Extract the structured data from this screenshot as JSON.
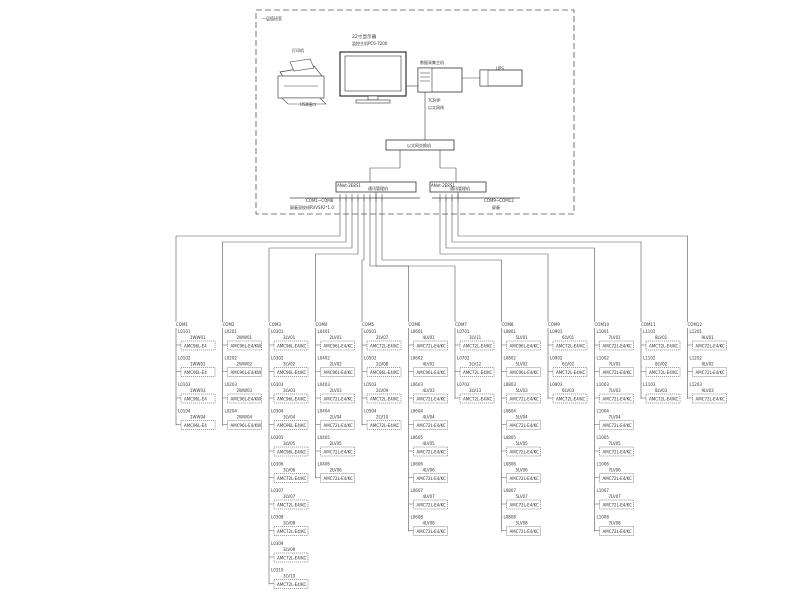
{
  "control_room": {
    "label": "一层值班室",
    "computer_label": "22寸显示器",
    "computer_sublabel": "监控主机PC6-7200",
    "printer_label": "打印机",
    "usb_label": "USB接口",
    "server_label": "数据采集主机",
    "ups_label": "UPS",
    "tcp_label": "TCP/IP",
    "ethernet_label": "以太网线"
  },
  "switch_label": "以太网交换机",
  "collector_left": {
    "label": "通讯管理机",
    "tag": "ANet-2E8S1"
  },
  "collector_right": {
    "label": "通讯管理机",
    "tag": "ANet-2E8S1"
  },
  "bus_left_label": "COM1~COM8",
  "bus_left_cable": "屏蔽双绞线RVVSP2*1.0",
  "bus_right_label": "COM9~COM12",
  "bus_right_cable": "屏蔽",
  "columns": [
    {
      "com": "COM1",
      "items": [
        {
          "code": "L0101",
          "tag": "1WW01",
          "model": "AMC96L-E4"
        },
        {
          "code": "L0102",
          "tag": "1WW02",
          "model": "AMC96L-E4"
        },
        {
          "code": "L0103",
          "tag": "1WW03",
          "model": "AMC96L-E4"
        },
        {
          "code": "L0104",
          "tag": "1WW04",
          "model": "AMC96L-E4"
        }
      ]
    },
    {
      "com": "COM2",
      "items": [
        {
          "code": "L0201",
          "tag": "2WW01",
          "model": "AMC96L-E4/KW"
        },
        {
          "code": "L0202",
          "tag": "2WW02",
          "model": "AMC96L-E4/KW"
        },
        {
          "code": "L0203",
          "tag": "2WW03",
          "model": "AMC96L-E4/KW"
        },
        {
          "code": "L0204",
          "tag": "2WW04",
          "model": "AMC96L-E4/KW"
        }
      ]
    },
    {
      "com": "COM3",
      "items": [
        {
          "code": "L0301",
          "tag": "3LV01",
          "model": "AMC96L-E4/KC"
        },
        {
          "code": "L0302",
          "tag": "3LV02",
          "model": "AMC96L-E4/KC"
        },
        {
          "code": "L0303",
          "tag": "3LV03",
          "model": "AMC96L-E4/KC"
        },
        {
          "code": "L0304",
          "tag": "3LV04",
          "model": "AMC96L-E4/KC"
        },
        {
          "code": "L0305",
          "tag": "3LV05",
          "model": "AMC96L-E4/KC"
        },
        {
          "code": "L0306",
          "tag": "3LV06",
          "model": "AMC72L-E4/KC"
        },
        {
          "code": "L0307",
          "tag": "3LV07",
          "model": "AMC72L-E4/KC"
        },
        {
          "code": "L0308",
          "tag": "3LV08",
          "model": "AMC72L-E4/KC"
        },
        {
          "code": "L0309",
          "tag": "3LV09",
          "model": "AMC72L-E4/KC"
        },
        {
          "code": "L0310",
          "tag": "3LV10",
          "model": "AMC72L-E4/KC"
        }
      ]
    },
    {
      "com": "COM4",
      "items": [
        {
          "code": "L0401",
          "tag": "2LV01",
          "model": "AMC96L-E4/KC"
        },
        {
          "code": "L0402",
          "tag": "2LV02",
          "model": "AMC96L-E4/KC"
        },
        {
          "code": "L0403",
          "tag": "2LV03",
          "model": "AMC72L-E4/KC"
        },
        {
          "code": "L0404",
          "tag": "2LV04",
          "model": "AMC72L-E4/KC"
        },
        {
          "code": "L0405",
          "tag": "2LV05",
          "model": "AMC72L-E4/KC"
        },
        {
          "code": "L0406",
          "tag": "2LV06",
          "model": "AMC72L-E4/KC"
        }
      ]
    },
    {
      "com": "COM5",
      "items": [
        {
          "code": "L0501",
          "tag": "2LV07",
          "model": "AMC72L-E4/KC"
        },
        {
          "code": "L0502",
          "tag": "2LV08",
          "model": "AMC96L-E4/KC"
        },
        {
          "code": "L0503",
          "tag": "2LV09",
          "model": "AMC72L-E4/KC"
        },
        {
          "code": "L0504",
          "tag": "2LV10",
          "model": "AMC72L-E4/KC"
        }
      ]
    },
    {
      "com": "COM6",
      "items": [
        {
          "code": "L0601",
          "tag": "4LV01",
          "model": "AMC72L-E4/KC"
        },
        {
          "code": "L0602",
          "tag": "4LV02",
          "model": "AMC96L-E4/KC"
        },
        {
          "code": "L0603",
          "tag": "4LV03",
          "model": "AMC72L-E4/KC"
        },
        {
          "code": "L0604",
          "tag": "4LV04",
          "model": "AMC72L-E4/KC"
        },
        {
          "code": "L0605",
          "tag": "4LV05",
          "model": "AMC72L-E4/KC"
        },
        {
          "code": "L0606",
          "tag": "4LV06",
          "model": "AMC72L-E4/KC"
        },
        {
          "code": "L0607",
          "tag": "4LV07",
          "model": "AMC72L-E4/KC"
        },
        {
          "code": "L0608",
          "tag": "4LV08",
          "model": "AMC72L-E4/KC"
        }
      ]
    },
    {
      "com": "COM7",
      "items": [
        {
          "code": "L0701",
          "tag": "3LV11",
          "model": "AMC72L-E4/KC"
        },
        {
          "code": "L0702",
          "tag": "3LV12",
          "model": "AMC72L-E4/KC"
        },
        {
          "code": "L0703",
          "tag": "3LV13",
          "model": "AMC72L-E4/KC"
        }
      ]
    },
    {
      "com": "COM8",
      "items": [
        {
          "code": "L0801",
          "tag": "5LV01",
          "model": "AMC96L-E4/KC"
        },
        {
          "code": "L0802",
          "tag": "5LV02",
          "model": "AMC96L-E4/KC"
        },
        {
          "code": "L0803",
          "tag": "5LV03",
          "model": "AMC72L-E4/KC"
        },
        {
          "code": "L0804",
          "tag": "5LV04",
          "model": "AMC72L-E4/KC"
        },
        {
          "code": "L0805",
          "tag": "5LV05",
          "model": "AMC72L-E4/KC"
        },
        {
          "code": "L0806",
          "tag": "5LV06",
          "model": "AMC72L-E4/KC"
        },
        {
          "code": "L0807",
          "tag": "5LV07",
          "model": "AMC72L-E4/KC"
        },
        {
          "code": "L0808",
          "tag": "5LV08",
          "model": "AMC72L-E4/KC"
        }
      ]
    },
    {
      "com": "COM9",
      "items": [
        {
          "code": "L0901",
          "tag": "6LV01",
          "model": "AMC72L-E4/KC"
        },
        {
          "code": "L0902",
          "tag": "6LV02",
          "model": "AMC72L-E4/KC"
        },
        {
          "code": "L0903",
          "tag": "6LV03",
          "model": "AMC72L-E4/KC"
        }
      ]
    },
    {
      "com": "COM10",
      "items": [
        {
          "code": "L1001",
          "tag": "7LV01",
          "model": "AMC72L-E4/KC"
        },
        {
          "code": "L1002",
          "tag": "7LV02",
          "model": "AMC72L-E4/KC"
        },
        {
          "code": "L1003",
          "tag": "7LV03",
          "model": "AMC72L-E4/KC"
        },
        {
          "code": "L1004",
          "tag": "7LV04",
          "model": "AMC72L-E4/KC"
        },
        {
          "code": "L1005",
          "tag": "7LV05",
          "model": "AMC72L-E4/KC"
        },
        {
          "code": "L1006",
          "tag": "7LV06",
          "model": "AMC72L-E4/KC"
        },
        {
          "code": "L1007",
          "tag": "7LV07",
          "model": "AMC72L-E4/KC"
        },
        {
          "code": "L1008",
          "tag": "7LV08",
          "model": "AMC72L-E4/KC"
        }
      ]
    },
    {
      "com": "COM11",
      "items": [
        {
          "code": "L1101",
          "tag": "8LV01",
          "model": "AMC72L-E4/KC"
        },
        {
          "code": "L1102",
          "tag": "8LV02",
          "model": "AMC72L-E4/KC"
        },
        {
          "code": "L1103",
          "tag": "8LV03",
          "model": "AMC72L-E4/KC"
        }
      ]
    },
    {
      "com": "COM12",
      "items": [
        {
          "code": "L1201",
          "tag": "9LV01",
          "model": "AMC72L-E4/KC"
        },
        {
          "code": "L1202",
          "tag": "9LV02",
          "model": "AMC72L-E4/KC"
        },
        {
          "code": "L1203",
          "tag": "9LV03",
          "model": "AMC72L-E4/KC"
        }
      ]
    }
  ]
}
